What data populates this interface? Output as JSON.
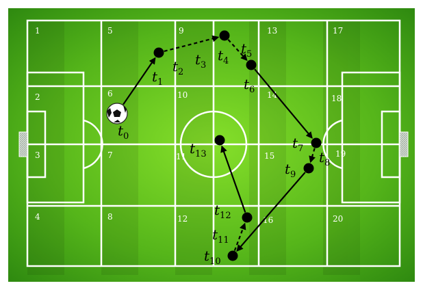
{
  "pitch": {
    "grass_light": "#7ed321",
    "grass_dark": "#2f8a10",
    "line_color": "#ffffff",
    "marker_color": "#000000"
  },
  "zones": [
    "1",
    "2",
    "3",
    "4",
    "5",
    "6",
    "7",
    "8",
    "9",
    "10",
    "11",
    "12",
    "13",
    "14",
    "15",
    "16",
    "17",
    "18",
    "19",
    "20"
  ],
  "timeline": [
    {
      "id": "t0",
      "base": "t",
      "sub": "0"
    },
    {
      "id": "t1",
      "base": "t",
      "sub": "1"
    },
    {
      "id": "t2",
      "base": "t",
      "sub": "2"
    },
    {
      "id": "t3",
      "base": "t",
      "sub": "3"
    },
    {
      "id": "t4",
      "base": "t",
      "sub": "4"
    },
    {
      "id": "t5",
      "base": "t",
      "sub": "5"
    },
    {
      "id": "t6",
      "base": "t",
      "sub": "6"
    },
    {
      "id": "t7",
      "base": "t",
      "sub": "7"
    },
    {
      "id": "t8",
      "base": "t",
      "sub": "8"
    },
    {
      "id": "t9",
      "base": "t",
      "sub": "9"
    },
    {
      "id": "t10",
      "base": "t",
      "sub": "10"
    },
    {
      "id": "t11",
      "base": "t",
      "sub": "11"
    },
    {
      "id": "t12",
      "base": "t",
      "sub": "12"
    },
    {
      "id": "t13",
      "base": "t",
      "sub": "13"
    }
  ],
  "moves": [
    {
      "from": "t0",
      "to": "t1",
      "style": "solid"
    },
    {
      "from": "t1",
      "to": "t4",
      "style": "dashed"
    },
    {
      "from": "t4",
      "to": "t6",
      "style": "dashed"
    },
    {
      "from": "t6",
      "to": "t7",
      "style": "solid"
    },
    {
      "from": "t7",
      "to": "t9",
      "style": "dashed"
    },
    {
      "from": "t9",
      "to": "t10",
      "style": "solid"
    },
    {
      "from": "t10",
      "to": "t12",
      "style": "dashed"
    },
    {
      "from": "t12",
      "to": "t13",
      "style": "solid"
    }
  ]
}
